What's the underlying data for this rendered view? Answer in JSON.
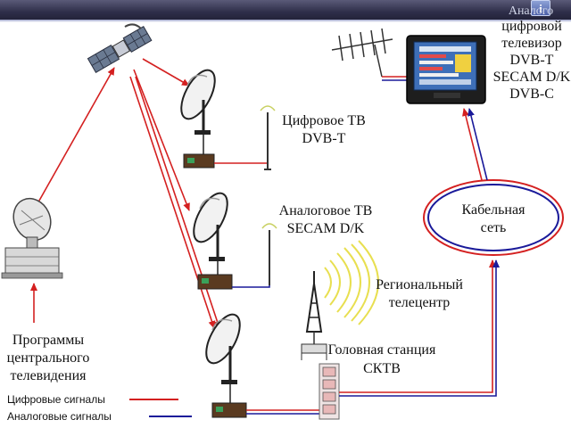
{
  "header": {
    "info_icon": "i"
  },
  "labels": {
    "tv_top": "Аналого",
    "tv_line1": "цифровой",
    "tv_line2": "телевизор",
    "tv_line3": "DVB-T",
    "tv_line4": "SECAM D/K",
    "tv_line5": "DVB-C",
    "digital_tv": "Цифровое ТВ",
    "digital_std": "DVB-T",
    "analog_tv": "Аналоговое ТВ",
    "analog_std": "SECAM D/K",
    "regional_1": "Региональный",
    "regional_2": "телецентр",
    "headend_1": "Головная станция",
    "headend_2": "СКТВ",
    "cable_1": "Кабельная",
    "cable_2": "сеть",
    "programs_1": "Программы",
    "programs_2": "центрального",
    "programs_3": "телевидения"
  },
  "legend": [
    {
      "label": "Цифровые сигналы",
      "color": "#d42020"
    },
    {
      "label": "Аналоговые сигналы",
      "color": "#1a1a9a"
    }
  ],
  "colors": {
    "digital": "#d42020",
    "analog": "#1a1a9a"
  }
}
